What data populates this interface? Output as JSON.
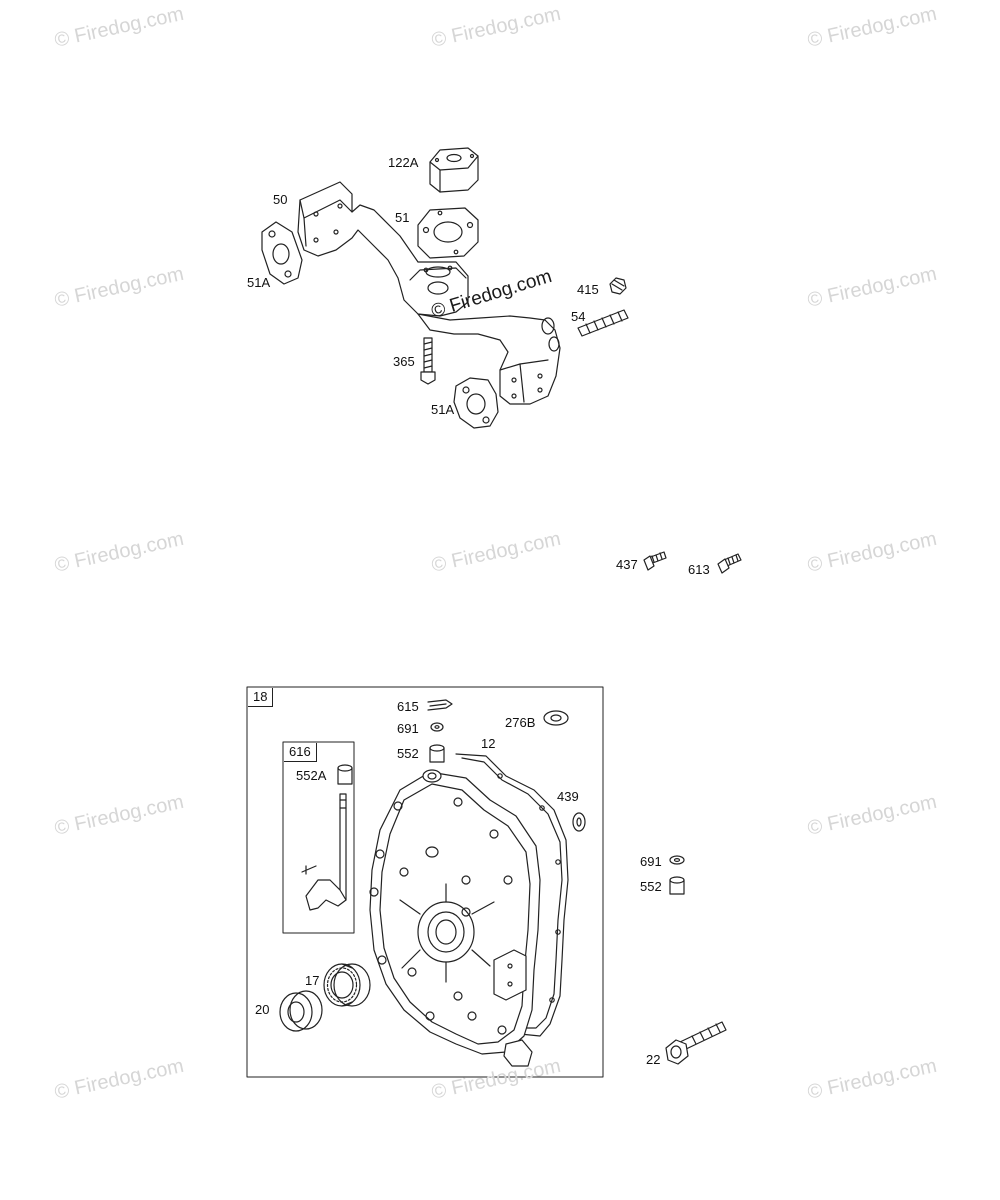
{
  "watermarks": [
    "© Firedog.com",
    "© Firedog.com",
    "© Firedog.com",
    "© Firedog.com",
    "© Firedog.com",
    "© Firedog.com",
    "© Firedog.com",
    "© Firedog.com",
    "© Firedog.com",
    "© Firedog.com",
    "© Firedog.com",
    "© Firedog.com",
    "© Firedog.com"
  ],
  "center_watermark": "© Firedog.com",
  "box_labels": {
    "main": "18",
    "sub": "616"
  },
  "labels": {
    "p122A": "122A",
    "p50": "50",
    "p51": "51",
    "p51A_top": "51A",
    "p415": "415",
    "p54": "54",
    "p365": "365",
    "p51A_bot": "51A",
    "p437": "437",
    "p613": "613",
    "p615": "615",
    "p691_in": "691",
    "p276B": "276B",
    "p552_in": "552",
    "p12": "12",
    "p552A": "552A",
    "p439": "439",
    "p691_out": "691",
    "p552_out": "552",
    "p17": "17",
    "p20": "20",
    "p22": "22"
  }
}
